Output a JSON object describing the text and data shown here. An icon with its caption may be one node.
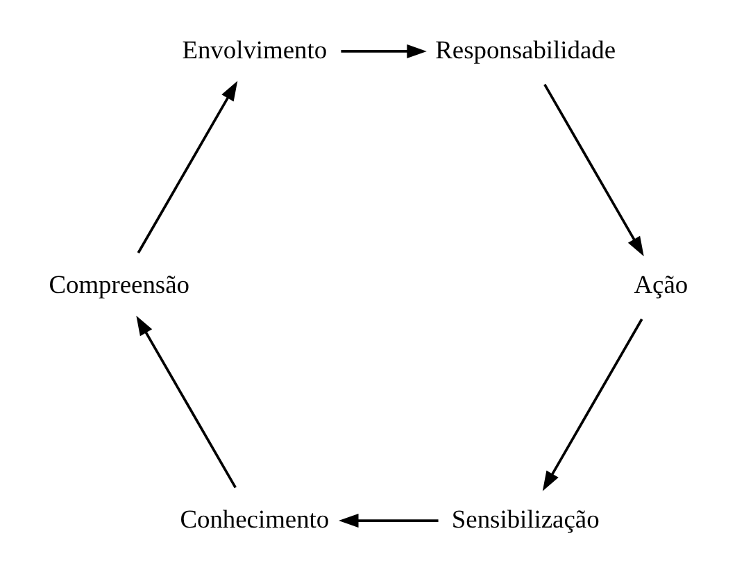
{
  "diagram": {
    "nodes": [
      {
        "text": [
          "Sensibilização"
        ]
      },
      {
        "text": [
          "Conhecimento"
        ]
      },
      {
        "text": [
          "Compreensão"
        ]
      },
      {
        "text": [
          "Envolvimento"
        ]
      },
      {
        "text": [
          "Responsabilidade"
        ]
      },
      {
        "text": [
          "Ação"
        ]
      }
    ],
    "edges": [
      {
        "from": 0,
        "to": 1,
        "arrow": "to"
      },
      {
        "from": 1,
        "to": 2,
        "arrow": "to"
      },
      {
        "from": 2,
        "to": 3,
        "arrow": "to"
      },
      {
        "from": 3,
        "to": 4,
        "arrow": "to"
      },
      {
        "from": 4,
        "to": 5,
        "arrow": "to"
      },
      {
        "from": 5,
        "to": 0,
        "arrow": "to"
      }
    ]
  }
}
